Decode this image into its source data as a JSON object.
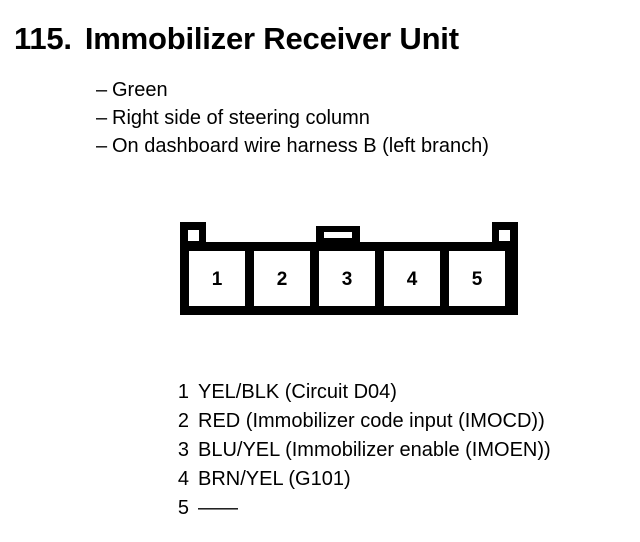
{
  "title": {
    "number": "115.",
    "name": "Immobilizer Receiver Unit"
  },
  "description": {
    "dash": "–",
    "items": [
      "Green",
      "Right side of steering column",
      "On dashboard wire harness B (left branch)"
    ]
  },
  "connector": {
    "pin_count": 5,
    "cavity_labels": [
      "1",
      "2",
      "3",
      "4",
      "5"
    ],
    "outline_color": "#000000",
    "fill_color": "#ffffff"
  },
  "pins": [
    {
      "number": "1",
      "description": "YEL/BLK (Circuit D04)"
    },
    {
      "number": "2",
      "description": "RED (Immobilizer code input (IMOCD))"
    },
    {
      "number": "3",
      "description": "BLU/YEL (Immobilizer enable (IMOEN))"
    },
    {
      "number": "4",
      "description": "BRN/YEL (G101)"
    },
    {
      "number": "5",
      "description": "——"
    }
  ]
}
